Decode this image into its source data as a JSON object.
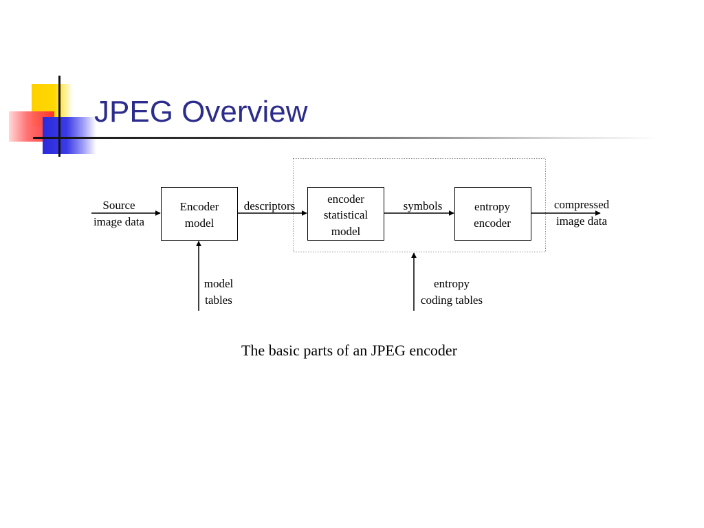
{
  "slide": {
    "title": "JPEG Overview",
    "caption": "The basic parts of an JPEG encoder"
  },
  "diagram": {
    "nodes": {
      "encoder_model": {
        "line1": "Encoder",
        "line2": "model"
      },
      "statistical_model": {
        "line1": "encoder",
        "line2": "statistical",
        "line3": "model"
      },
      "entropy_encoder": {
        "line1": "entropy",
        "line2": "encoder"
      }
    },
    "labels": {
      "source": {
        "line1": "Source",
        "line2": "image data"
      },
      "descriptors": "descriptors",
      "symbols": "symbols",
      "compressed": {
        "line1": "compressed",
        "line2": "image data"
      },
      "model_tables": {
        "line1": "model",
        "line2": "tables"
      },
      "entropy_tables": {
        "line1": "entropy",
        "line2": "coding tables"
      }
    }
  }
}
